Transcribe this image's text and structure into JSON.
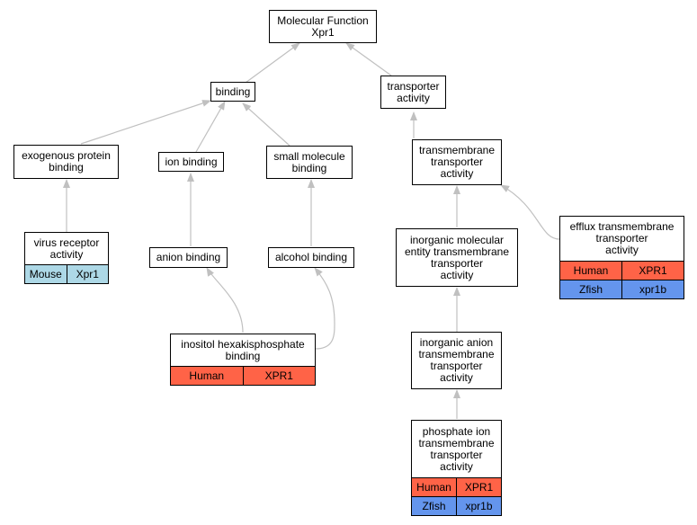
{
  "colors": {
    "human": "#ff6347",
    "zfish": "#6495ed",
    "mouse": "#add8e6",
    "edge": "#c0c0c0"
  },
  "nodes": {
    "mf": {
      "lines": [
        "Molecular Function",
        "Xpr1"
      ]
    },
    "binding": {
      "lines": [
        "binding"
      ]
    },
    "transporter": {
      "lines": [
        "transporter",
        "activity"
      ]
    },
    "exogenous": {
      "lines": [
        "exogenous protein",
        "binding"
      ]
    },
    "ion": {
      "lines": [
        "ion binding"
      ]
    },
    "smallmol": {
      "lines": [
        "small molecule",
        "binding"
      ]
    },
    "tmtransporter": {
      "lines": [
        "transmembrane",
        "transporter",
        "activity"
      ]
    },
    "virus": {
      "lines": [
        "virus receptor",
        "activity"
      ],
      "rows": [
        {
          "species": "Mouse",
          "gene": "Xpr1",
          "color": "mouse"
        }
      ]
    },
    "anion": {
      "lines": [
        "anion binding"
      ]
    },
    "alcohol": {
      "lines": [
        "alcohol binding"
      ]
    },
    "inorgmol": {
      "lines": [
        "inorganic molecular",
        "entity transmembrane",
        "transporter",
        "activity"
      ]
    },
    "efflux": {
      "lines": [
        "efflux transmembrane",
        "transporter",
        "activity"
      ],
      "rows": [
        {
          "species": "Human",
          "gene": "XPR1",
          "color": "human"
        },
        {
          "species": "Zfish",
          "gene": "xpr1b",
          "color": "zfish"
        }
      ]
    },
    "inositol": {
      "lines": [
        "inositol hexakisphosphate",
        "binding"
      ],
      "rows": [
        {
          "species": "Human",
          "gene": "XPR1",
          "color": "human"
        }
      ]
    },
    "inorganion": {
      "lines": [
        "inorganic anion",
        "transmembrane",
        "transporter",
        "activity"
      ]
    },
    "phosphate": {
      "lines": [
        "phosphate ion",
        "transmembrane",
        "transporter",
        "activity"
      ],
      "rows": [
        {
          "species": "Human",
          "gene": "XPR1",
          "color": "human"
        },
        {
          "species": "Zfish",
          "gene": "xpr1b",
          "color": "zfish"
        }
      ]
    }
  }
}
